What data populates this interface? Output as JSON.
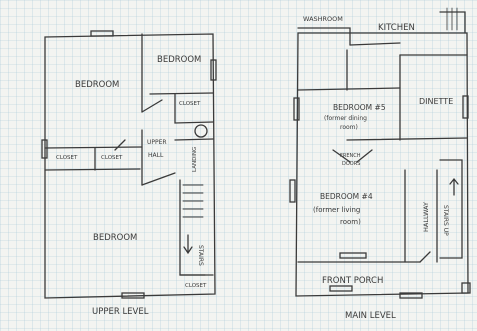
{
  "grid": {
    "paper": "#f3f4f1",
    "line": "#a8c8d8",
    "ink": "#3a3a3a"
  },
  "upper": {
    "caption": "UPPER LEVEL",
    "bedroom_ne": "BEDROOM",
    "bedroom_nw": "BEDROOM",
    "bedroom_s": "BEDROOM",
    "closet_1": "CLOSET",
    "closet_2": "CLOSET",
    "closet_3": "CLOSET",
    "closet_4": "CLOSET",
    "upper_hall_1": "UPPER",
    "upper_hall_2": "HALL",
    "landing": "LANDING",
    "stairs": "STAIRS"
  },
  "main": {
    "caption": "MAIN LEVEL",
    "washroom": "WASHROOM",
    "kitchen": "KITCHEN",
    "dinette": "DINETTE",
    "bedroom5": "BEDROOM #5",
    "bedroom5_note_1": "(former dining",
    "bedroom5_note_2": "room)",
    "french_1": "FRENCH",
    "french_2": "DOORS",
    "bedroom4": "BEDROOM #4",
    "bedroom4_note_1": "(former living",
    "bedroom4_note_2": "room)",
    "hallway": "HALLWAY",
    "stairs_up": "STAIRS UP",
    "front_porch": "FRONT PORCH"
  }
}
